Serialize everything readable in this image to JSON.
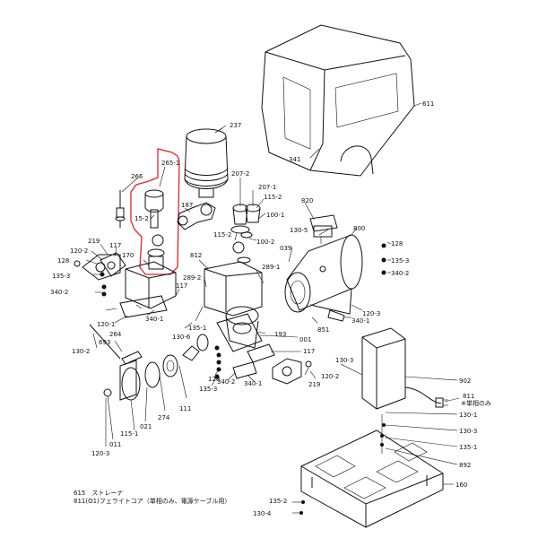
{
  "labels": {
    "l611": "611",
    "l341": "341",
    "l237": "237",
    "l265_1": "265-1",
    "l266": "266",
    "l15_2": "15-2",
    "l187": "187",
    "l207_2": "207-2",
    "l207_1": "207-1",
    "l115_2a": "115-2",
    "l100_1": "100-1",
    "l115_2b": "115-2",
    "l100_2": "100-2",
    "l820": "820",
    "l130_5": "130-5",
    "l039": "039",
    "l800": "800",
    "l128a": "128",
    "l135_3a": "135-3",
    "l340_2a": "340-2",
    "l219a": "219",
    "l120_2a": "120-2",
    "l117a": "117",
    "l128b": "128",
    "l170": "170",
    "l135_3b": "135-3",
    "l340_2b": "340-2",
    "l812": "812",
    "l289_2": "289-2",
    "l289_1": "289-1",
    "l117b": "117",
    "l120_1": "120-1",
    "l264": "264",
    "l340_1a": "340-1",
    "l135_1a": "135-1",
    "l130_6": "130-6",
    "l851": "851",
    "l340_1b": "340-1",
    "l120_3a": "120-3",
    "l130_2": "130-2",
    "l693": "693",
    "l193": "193",
    "l001": "001",
    "l117c": "117",
    "l128c": "128",
    "l135_3c": "135-3",
    "l340_2c": "340-2",
    "l340_1c": "340-1",
    "l219b": "219",
    "l120_2b": "120-2",
    "l130_3a": "130-3",
    "l902": "902",
    "l811": "811",
    "l811note": "※単相のみ",
    "l130_1": "130-1",
    "l130_3b": "130-3",
    "l135_1b": "135-1",
    "l892": "892",
    "l160": "160",
    "l111": "111",
    "l274": "274",
    "l021": "021",
    "l115_1": "115-1",
    "l011": "011",
    "l120_3b": "120-3",
    "l135_2": "135-2",
    "l130_4": "130-4"
  },
  "notes": {
    "n1": "615　ストレーナ",
    "n2": "811(O1)フェライトコア（単相のみ、電源ケーブル用）"
  },
  "colors": {
    "highlight": "#e0242c",
    "ink": "#111111"
  }
}
